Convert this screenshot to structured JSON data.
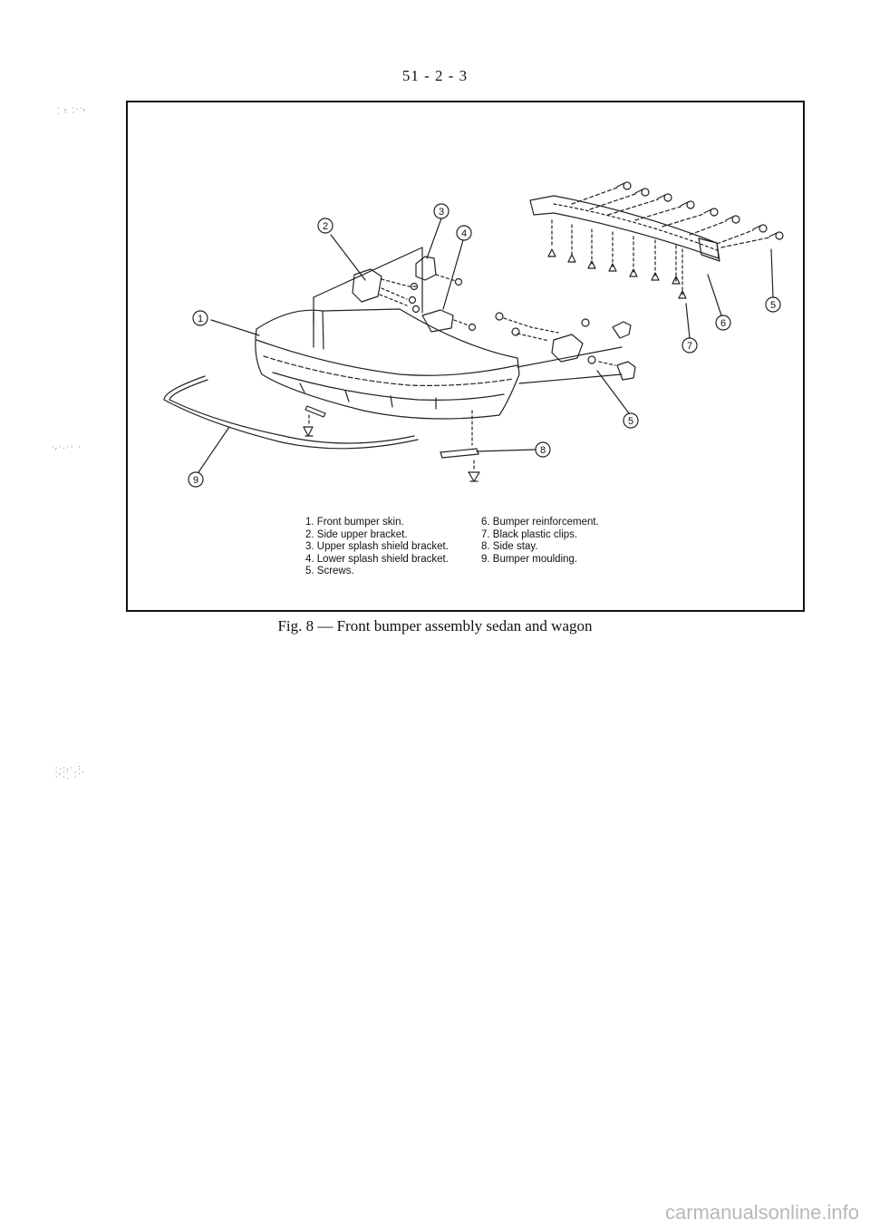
{
  "page": {
    "number": "51 - 2 - 3"
  },
  "figure": {
    "callouts": [
      "1",
      "2",
      "3",
      "4",
      "5",
      "6",
      "7",
      "8",
      "9"
    ],
    "legend_left": [
      "1. Front bumper skin.",
      "2. Side upper bracket.",
      "3. Upper splash shield bracket.",
      "4. Lower splash shield bracket.",
      "5. Screws."
    ],
    "legend_right": [
      "6. Bumper reinforcement.",
      "7. Black plastic clips.",
      "8. Side stay.",
      "9. Bumper moulding."
    ],
    "caption": "Fig. 8 — Front bumper assembly sedan and wagon"
  },
  "footer": {
    "watermark": "carmanualsonline.info"
  }
}
